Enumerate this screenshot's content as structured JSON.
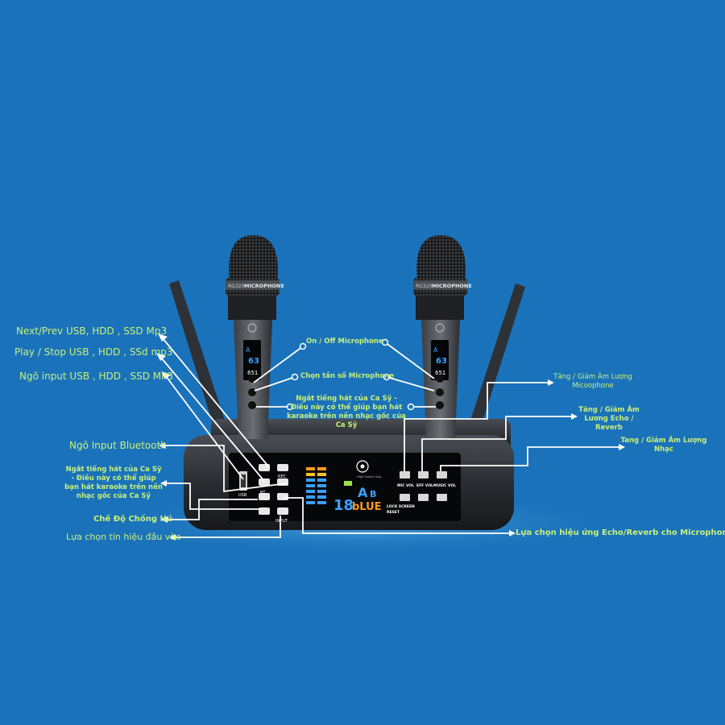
{
  "mic": {
    "band_text": "MICROPHONE",
    "band_code": "RG320",
    "screen_ch": "A",
    "screen_num": "63",
    "screen_freq": "651"
  },
  "receiver": {
    "vu_num": "18",
    "blue_text": "bLUE",
    "badge_a": "A",
    "badge_b": "B",
    "logo_caption": "High Quality Sing",
    "mic_vol": "MIC VOL",
    "eff_vol": "EFF VOL",
    "music_vol": "MUSIC VOL",
    "lock_screen": "LOCK SCREEN",
    "reset": "RESET",
    "btn_bt": "BT",
    "btn_rec": "REC",
    "btn_usb": "USB",
    "btn_input": "INPUT"
  },
  "annotations": {
    "next_prev": "Next/Prev USB, HDD , SSD Mp3",
    "play_stop": "Play / Stop USB , HDD , SSd  mp3",
    "input_usb": "Ngõ input USB , HDD , SSD MP3",
    "input_bt": "Ngõ Input Bluetooth",
    "vocal_cut_left": "Ngắt tiếng hát của Ca Sỹ - Điều này có thể giúp bạn hát karaoke trên nền nhạc gốc của Ca Sỹ",
    "anti_howl": "Chế Độ Chống Hú",
    "input_select": "Lựa chọn tín hiệu đầu vào",
    "mic_on_off": "On / Off Microphone",
    "mic_freq": "Chọn tần số Microphone",
    "vocal_cut_mic": "Ngắt tiếng hát của Ca Sỹ - Điều này có thể giúp bạn hát karaoke trên nền nhạc gốc của Ca Sỹ",
    "mic_volume": "Tăng / Giảm Âm Lượng Micoophone",
    "echo_volume": "Tăng / Giảm Âm Lương Echo / Reverb",
    "music_volume": "Tang / Giảm Âm Lượng Nhạc",
    "effect_select": "Lựa chọn hiệu ứng  Echo/Reverb cho Microphone"
  },
  "colors": {
    "background": "#1a72ba",
    "label": "#c8f07a",
    "device": "#2c2f33",
    "screen_blue": "#3aa0ff",
    "screen_orange": "#ff9a1e"
  }
}
